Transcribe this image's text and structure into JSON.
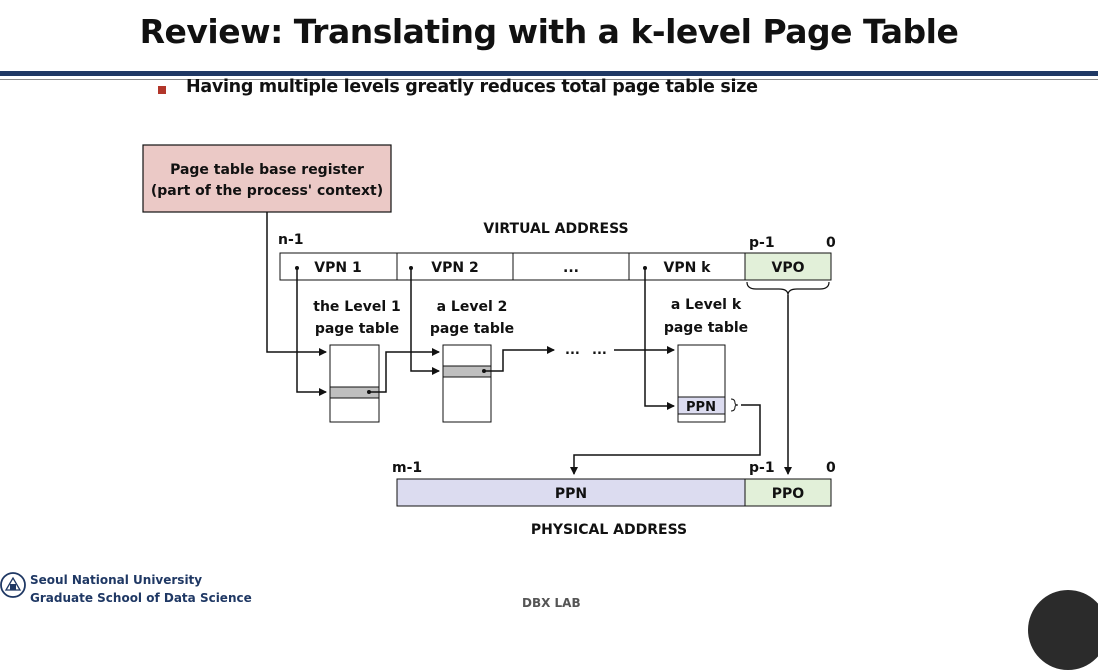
{
  "slide": {
    "title": "Review: Translating with a k-level Page Table",
    "bullet": "Having multiple levels greatly reduces total page table size"
  },
  "diagram": {
    "base_register": {
      "line1": "Page table base register",
      "line2": "(part of the process' context)"
    },
    "virtual_address": {
      "label": "VIRTUAL ADDRESS",
      "msb_label": "n-1",
      "offset_msb_label": "p-1",
      "lsb_label": "0",
      "fields": [
        "VPN 1",
        "VPN 2",
        "...",
        "VPN k",
        "VPO"
      ]
    },
    "page_tables": [
      {
        "line1": "the Level 1",
        "line2": "page table"
      },
      {
        "line1": "a Level 2",
        "line2": "page table"
      },
      {
        "line1": "a Level k",
        "line2": "page table"
      }
    ],
    "chain_dots_1": "...",
    "chain_dots_2": "...",
    "ppn_entry": "PPN",
    "physical_address": {
      "label": "PHYSICAL ADDRESS",
      "msb_label": "m-1",
      "offset_msb_label": "p-1",
      "lsb_label": "0",
      "ppn": "PPN",
      "ppo": "PPO"
    }
  },
  "footer": {
    "university": "Seoul National University",
    "school": "Graduate School of Data Science",
    "lab": "DBX LAB"
  },
  "colors": {
    "title_rule": "#1f3864",
    "bullet": "#b2362a",
    "base_register_fill": "#ebc9c6",
    "offset_fill": "#e2f0d9",
    "ppn_fill": "#dcdcf0",
    "entry_fill": "#bfbfbf"
  }
}
